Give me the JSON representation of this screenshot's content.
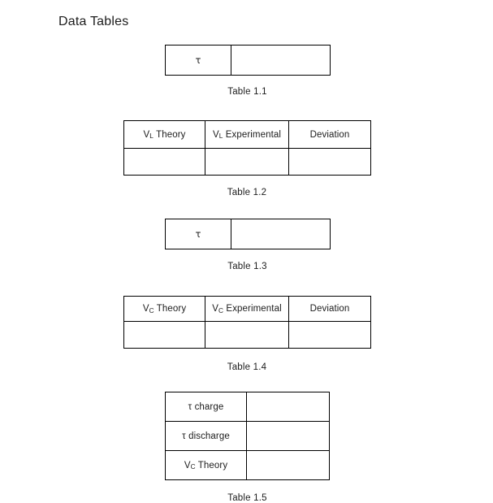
{
  "document": {
    "title": "Data Tables",
    "background_color": "#ffffff",
    "text_color": "#1c1c1c",
    "border_color": "#000000"
  },
  "tables": [
    {
      "id": "table-1-1",
      "caption": "Table 1.1",
      "columns": 2,
      "rows": [
        {
          "cells": [
            "τ",
            ""
          ]
        }
      ]
    },
    {
      "id": "table-1-2",
      "caption": "Table 1.2",
      "columns": 3,
      "header": [
        "Vₗ Theory",
        "Vₗ Experimental",
        "Deviation"
      ],
      "header_parts": [
        {
          "symbol": "V",
          "subscript": "L",
          "text": " Theory"
        },
        {
          "symbol": "V",
          "subscript": "L",
          "text": " Experimental"
        },
        {
          "symbol": "",
          "subscript": "",
          "text": "Deviation"
        }
      ],
      "rows": [
        {
          "cells": [
            "",
            "",
            ""
          ]
        }
      ]
    },
    {
      "id": "table-1-3",
      "caption": "Table 1.3",
      "columns": 2,
      "rows": [
        {
          "cells": [
            "τ",
            ""
          ]
        }
      ]
    },
    {
      "id": "table-1-4",
      "caption": "Table 1.4",
      "columns": 3,
      "header": [
        "Vс Theory",
        "Vс Experimental",
        "Deviation"
      ],
      "header_parts": [
        {
          "symbol": "V",
          "subscript": "C",
          "text": " Theory"
        },
        {
          "symbol": "V",
          "subscript": "C",
          "text": " Experimental"
        },
        {
          "symbol": "",
          "subscript": "",
          "text": "Deviation"
        }
      ],
      "rows": [
        {
          "cells": [
            "",
            "",
            ""
          ]
        }
      ]
    },
    {
      "id": "table-1-5",
      "caption": "Table 1.5",
      "columns": 2,
      "rows": [
        {
          "cells": [
            "τ charge",
            ""
          ]
        },
        {
          "cells": [
            "τ discharge",
            ""
          ]
        },
        {
          "cells": [
            "Vс Theory",
            ""
          ]
        }
      ],
      "row_label_parts": [
        {
          "symbol": "",
          "subscript": "",
          "text": "τ charge"
        },
        {
          "symbol": "",
          "subscript": "",
          "text": "τ discharge"
        },
        {
          "symbol": "V",
          "subscript": "C",
          "text": " Theory"
        }
      ]
    }
  ]
}
